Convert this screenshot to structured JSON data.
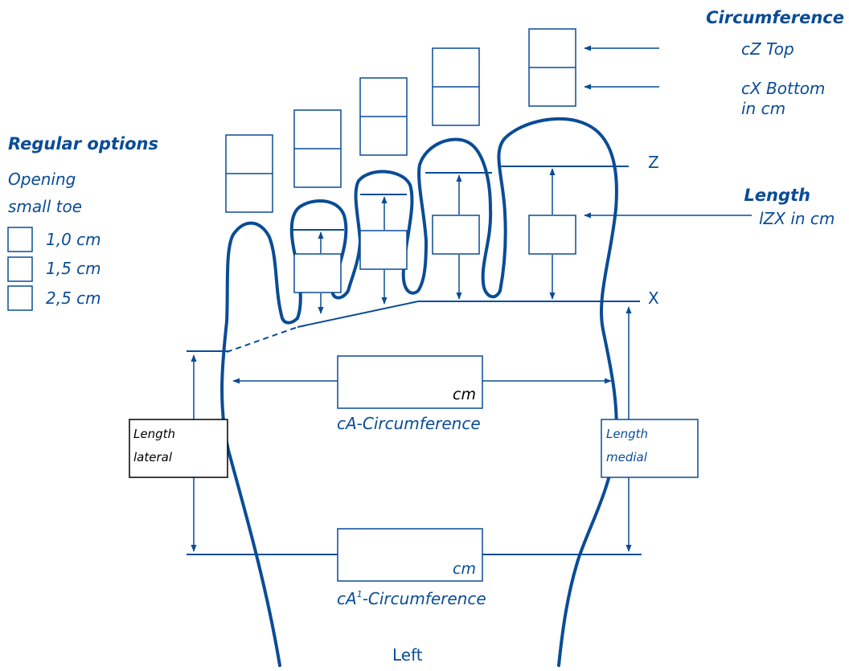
{
  "colors": {
    "accent": "#0a4c96",
    "line": "#0a4c96",
    "text_dark": "#000000",
    "background": "#ffffff"
  },
  "circumference": {
    "heading": "Circumference",
    "top_label": "cZ Top",
    "bottom_label": "cX Bottom",
    "unit_label": "in cm"
  },
  "regular_options": {
    "heading": "Regular options",
    "subheading_line1": "Opening",
    "subheading_line2": "small toe",
    "options": [
      "1,0 cm",
      "1,5 cm",
      "2,5 cm"
    ]
  },
  "length": {
    "heading": "Length",
    "sub_label": "lZX in cm"
  },
  "markers": {
    "z": "Z",
    "x": "X"
  },
  "ca_box": {
    "unit": "cm",
    "caption": "cA-Circumference"
  },
  "ca1_box": {
    "unit": "cm",
    "caption_prefix": "cA",
    "caption_superscript": "1",
    "caption_suffix": "-Circumference"
  },
  "length_lateral": {
    "line1": "Length",
    "line2": "lateral"
  },
  "length_medial": {
    "line1": "Length",
    "line2": "medial"
  },
  "side_label": "Left"
}
